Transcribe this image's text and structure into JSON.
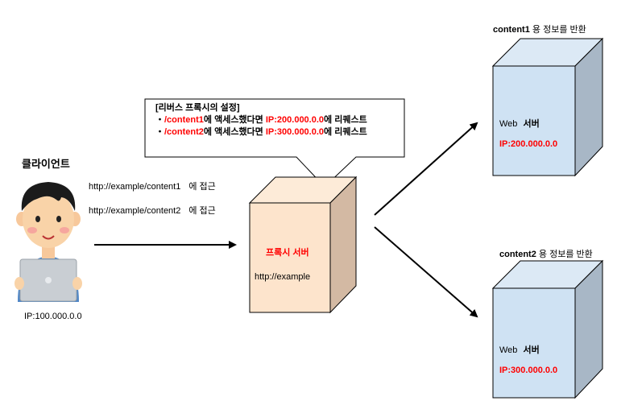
{
  "client": {
    "title": "클라이언트",
    "ip": "IP:100.000.0.0",
    "request1": {
      "url": "http://example/content1",
      "suffix": "에 접근"
    },
    "request2": {
      "url": "http://example/content2",
      "suffix": "에 접근"
    }
  },
  "proxy": {
    "title": "프록시 서버",
    "url": "http://example"
  },
  "callout": {
    "heading": "[리버스 프록시의 설정]",
    "rules": [
      {
        "bullet": "・",
        "path": "/content1",
        "mid": "에 액세스했다면 ",
        "ip": "IP:200.000.0.0",
        "end": "에  리퀘스트"
      },
      {
        "bullet": "・",
        "path": "/content2",
        "mid": "에 액세스했다면 ",
        "ip": "IP:300.000.0.0",
        "end": "에  리퀘스트"
      }
    ]
  },
  "servers": [
    {
      "caption_name": "content1",
      "caption_rest": " 용 정보를 반환",
      "prefix": "Web",
      "label": "서버",
      "ip": "IP:200.000.0.0"
    },
    {
      "caption_name": "content2",
      "caption_rest": " 용 정보를 반환",
      "prefix": "Web",
      "label": "서버",
      "ip": "IP:300.000.0.0"
    }
  ],
  "colors": {
    "server_front": "#cfe2f3",
    "server_side": "#a8b7c6",
    "server_top": "#dce9f5",
    "proxy_front": "#fde4cc",
    "proxy_side": "#d3b9a3",
    "proxy_top": "#fdebd8",
    "highlight": "#ff0000"
  }
}
